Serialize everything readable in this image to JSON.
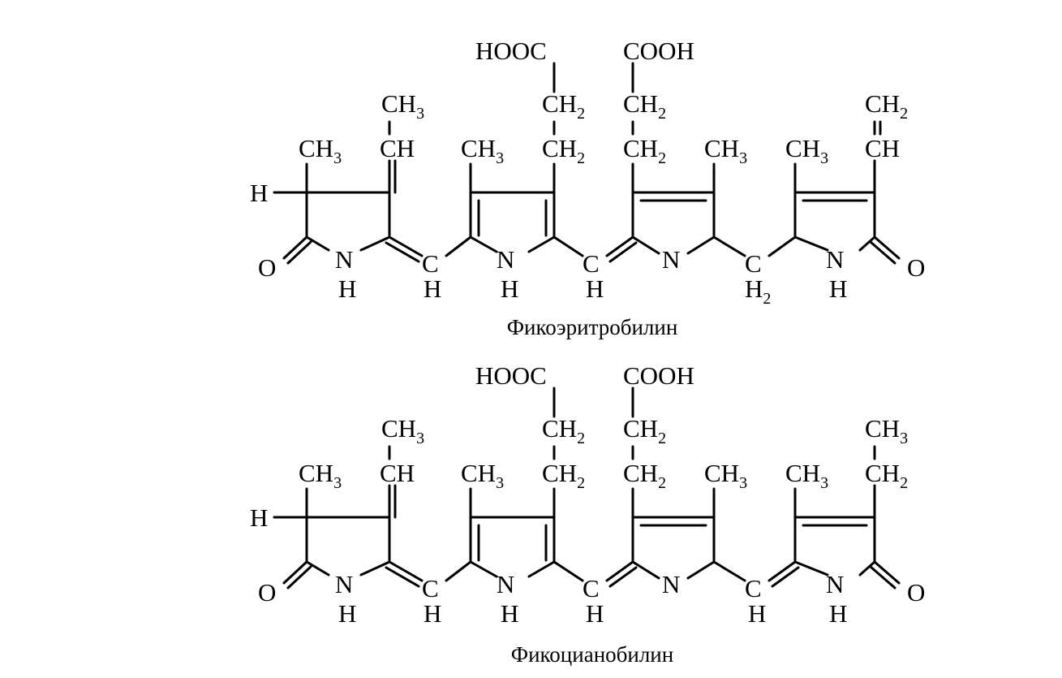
{
  "labels": {
    "H": "H",
    "O": "O",
    "N": "N",
    "C": "C",
    "CH": "CH",
    "CH3": "CH",
    "CH2": "CH",
    "HOOC": "HOOC",
    "COOH": "COOH",
    "sub3": "3",
    "sub2": "2"
  },
  "molecules": [
    {
      "name": "Фикоэритробилин"
    },
    {
      "name": "Фикоцианобилин"
    }
  ]
}
